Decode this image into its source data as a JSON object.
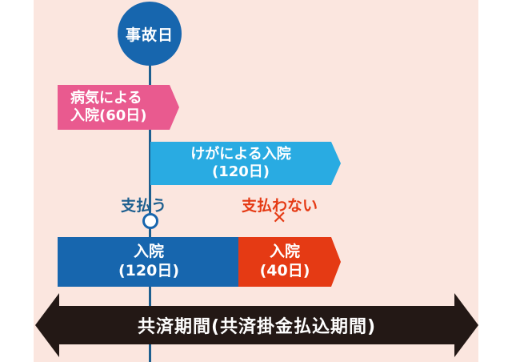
{
  "event": {
    "label": "事故日"
  },
  "illness_stay": {
    "line1": "病気による",
    "line2": "入院(60日)"
  },
  "injury_stay": {
    "line1": "けがによる入院",
    "line2": "(120日)"
  },
  "paid": {
    "label": "支払う",
    "mark": "○",
    "line1": "入院",
    "line2": "(120日)"
  },
  "not_paid": {
    "label": "支払わない",
    "mark": "✕",
    "line1": "入院",
    "line2": "(40日)"
  },
  "period": {
    "label": "共済期間(共済掛金払込期間)"
  },
  "colors": {
    "background": "#fbe6df",
    "event": "#1766ae",
    "illness": "#e95a8f",
    "injury": "#29abe2",
    "paid": "#1766ae",
    "not_paid": "#e53a14",
    "period": "#231815"
  }
}
